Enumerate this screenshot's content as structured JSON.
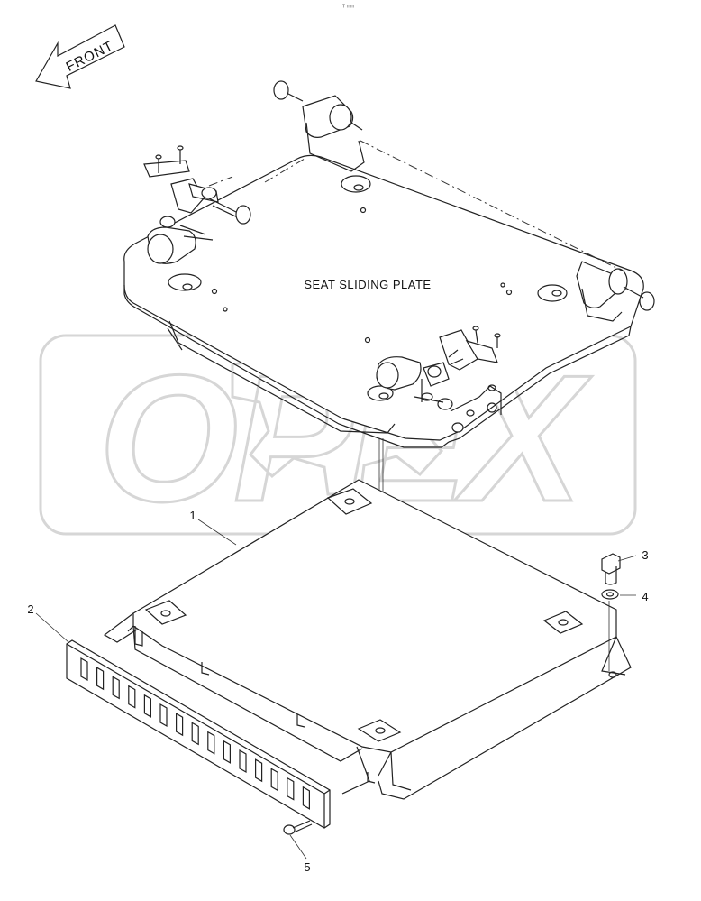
{
  "diagram": {
    "direction_label": "FRONT",
    "assembly_title": "SEAT SLIDING PLATE",
    "watermark": "OPEX",
    "callouts": [
      "1",
      "2",
      "3",
      "4",
      "5"
    ]
  }
}
